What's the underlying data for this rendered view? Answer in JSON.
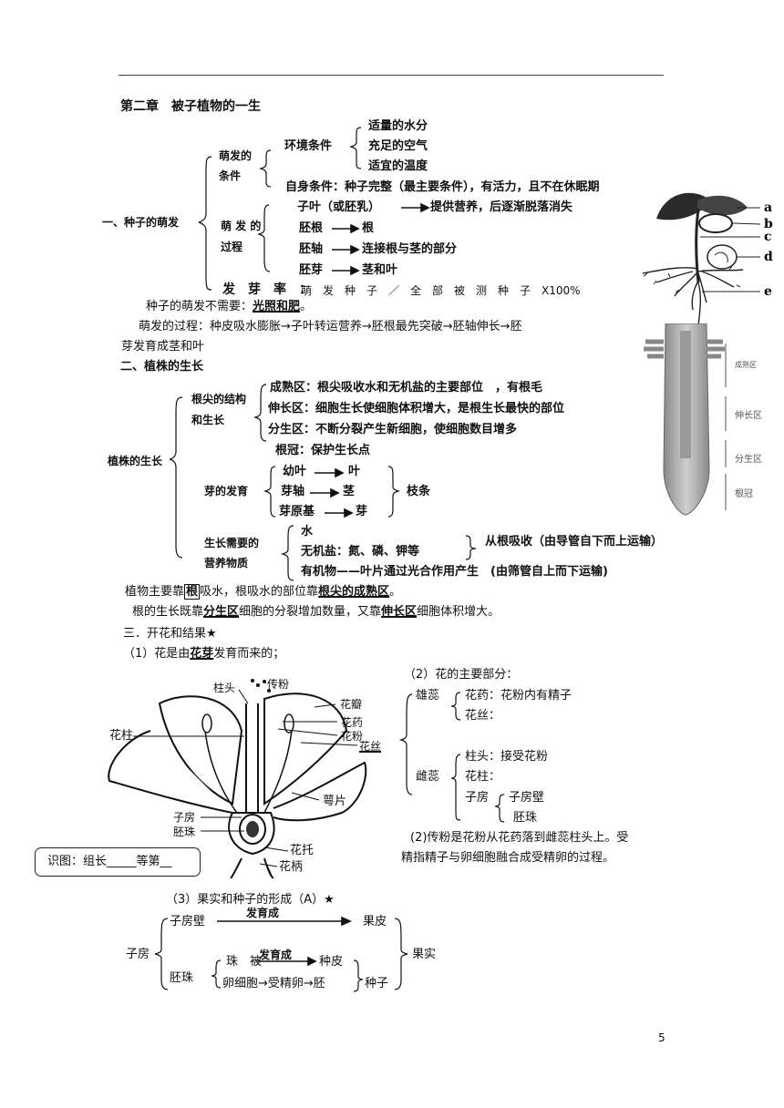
{
  "header": {
    "chapter_title": "第二章　被子植物的一生"
  },
  "germination": {
    "section_label": "一、种子的萌发",
    "conditions_label_1": "萌发的",
    "conditions_label_2": "条件",
    "env_label": "环境条件",
    "env_items": [
      "适量的水分",
      "充足的空气",
      "适宜的温度"
    ],
    "self_condition": "自身条件：种子完整（最主要条件），有活力，且不在休眠期",
    "process_label_1": "萌 发 的",
    "process_label_2": "过程",
    "process_items": [
      {
        "part": "子叶（或胚乳）",
        "result": "提供营养，后逐渐脱落消失"
      },
      {
        "part": "胚根",
        "result": "根"
      },
      {
        "part": "胚轴",
        "result": "连接根与茎的部分"
      },
      {
        "part": "胚芽",
        "result": "茎和叶"
      }
    ],
    "rate_label": "发　芽　率　：",
    "rate_formula": "萌　发　种　子　／　全　部　被　测　种　子　X100%",
    "not_needed_prefix": "种子的萌发不需要：",
    "not_needed_value": "光照和肥",
    "not_needed_suffix": "。",
    "process_line_1": "萌发的过程：种皮吸水膨胀→子叶转运营养→胚根最先突破→胚轴伸长→胚",
    "process_line_2": "芽发育成茎和叶",
    "seedling_labels": [
      "a",
      "b",
      "c",
      "d",
      "e"
    ]
  },
  "growth": {
    "section_label": "二、植株的生长",
    "plant_label": "植株的生长",
    "root_tip_label_1": "根尖的结构",
    "root_tip_label_2": "和生长",
    "root_tip_items": [
      "成熟区：根尖吸收水和无机盐的主要部位　，有根毛",
      "伸长区：细胞生长使细胞体积增大，是根生长最快的部位",
      "分生区：不断分裂产生新细胞，使细胞数目增多",
      "根冠：保护生长点"
    ],
    "root_image_labels": [
      "成熟区",
      "伸长区",
      "分生区",
      "根冠"
    ],
    "bud_label": "芽的发育",
    "bud_items": [
      {
        "part": "幼叶",
        "result": "叶"
      },
      {
        "part": "芽轴",
        "result": "茎"
      },
      {
        "part": "芽原基",
        "result": "芽"
      }
    ],
    "bud_result": "枝条",
    "nutrient_label_1": "生长需要的",
    "nutrient_label_2": "营养物质",
    "nutrient_items": [
      "水",
      "无机盐：氮、磷、钾等",
      "有机物——叶片通过光合作用产生　(由筛管自上而下运输)"
    ],
    "nutrient_transport": "从根吸收（由导管自下而上运输）",
    "line_a_1": "植物主要靠",
    "line_a_box": "根",
    "line_a_2": "吸水，根吸水的部位靠",
    "line_a_u": "根尖的成熟区",
    "line_a_3": "。",
    "line_b_1": "根的生长既靠",
    "line_b_u1": "分生区",
    "line_b_2": "细胞的分裂增加数量，又靠",
    "line_b_u2": "伸长区",
    "line_b_3": "细胞体积增大。"
  },
  "flowering": {
    "section_label": "三．开花和结果★",
    "item1_prefix": "（1）花是由",
    "item1_u": "花芽",
    "item1_suffix": "发育而来的；",
    "flower_labels": {
      "stigma": "柱头",
      "pollen_top": "传粉",
      "petal": "花瓣",
      "anther": "花药",
      "pollen": "花粉",
      "filament": "花丝",
      "style": "花柱",
      "sepal": "萼片",
      "ovary": "子房",
      "ovule": "胚珠",
      "receptacle": "花托",
      "pedicel": "花柄"
    },
    "id_box": "识图：组长_____等第__",
    "item2_title": "（2）花的主要部分：",
    "stamen": "雄蕊",
    "stamen_items": [
      "花药：花粉内有精子",
      "花丝："
    ],
    "pistil": "雌蕊",
    "pistil_items": [
      "柱头：接受花粉",
      "花柱："
    ],
    "ovary": "子房",
    "ovary_items": [
      "子房壁",
      "胚珠"
    ],
    "pollination_1": "(2)传粉是花粉从花药落到雌蕊柱头上。受",
    "pollination_2": "精指精子与卵细胞融合成受精卵的过程。",
    "item3_title": "（3）果实和种子的形成（A）★",
    "develop_label": "发育成",
    "fruit_ovary": "子房",
    "fruit_wall": "子房壁",
    "pericarp": "果皮",
    "fruit": "果实",
    "ovule": "胚珠",
    "integument": "珠　被",
    "seed_coat": "种皮",
    "egg_chain": "卵细胞→受精卵→胚",
    "seed": "种子"
  },
  "page_number": "5"
}
